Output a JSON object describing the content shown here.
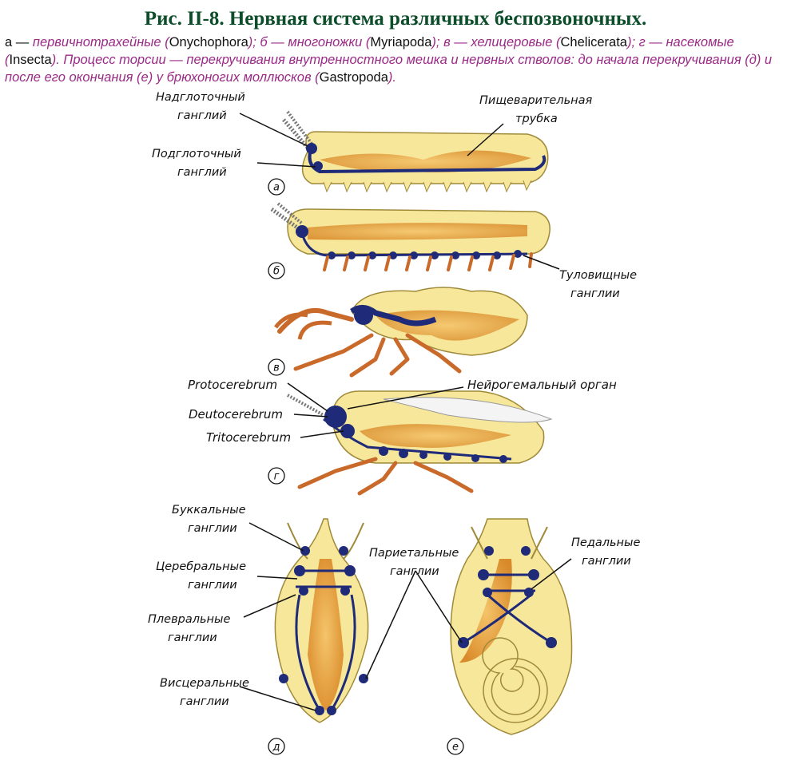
{
  "title": "Рис. II-8. Нервная система различных беспозвоночных.",
  "caption": [
    {
      "t": "а — ",
      "c": "n"
    },
    {
      "t": "первичнотрахейные (",
      "c": "i"
    },
    {
      "t": "Onychophora",
      "c": "n"
    },
    {
      "t": "); б — многоножки (",
      "c": "i"
    },
    {
      "t": "Myriapoda",
      "c": "n"
    },
    {
      "t": "); в — хелицеровые (",
      "c": "i"
    },
    {
      "t": "Chelicerata",
      "c": "n"
    },
    {
      "t": "); г — насекомые (",
      "c": "i"
    },
    {
      "t": "Insecta",
      "c": "n"
    },
    {
      "t": "). Процесс торсии — перекручивания внутренностного мешка и нервных стволов: до начала перекручивания (д) и после его окончания (е) у брюхоногих моллюсков (",
      "c": "i"
    },
    {
      "t": "Gastropoda",
      "c": "n"
    },
    {
      "t": ").",
      "c": "i"
    }
  ],
  "labels": {
    "supraesophageal_1": "Надглоточный",
    "supraesophageal_2": "ганглий",
    "subesophageal_1": "Подглоточный",
    "subesophageal_2": "ганглий",
    "digestive_1": "Пищеварительная",
    "digestive_2": "трубка",
    "trunk_1": "Туловищные",
    "trunk_2": "ганглии",
    "protocerebrum": "Protocerebrum",
    "deutocerebrum": "Deutocerebrum",
    "tritocerebrum": "Tritocerebrum",
    "neurohemal": "Нейрогемальный орган",
    "buccal_1": "Буккальные",
    "buccal_2": "ганглии",
    "cerebral_1": "Церебральные",
    "cerebral_2": "ганглии",
    "pleural_1": "Плевральные",
    "pleural_2": "ганглии",
    "visceral_1": "Висцеральные",
    "visceral_2": "ганглии",
    "parietal_1": "Париетальные",
    "parietal_2": "ганглии",
    "pedal_1": "Педальные",
    "pedal_2": "ганглии"
  },
  "badges": {
    "a": "а",
    "b": "б",
    "v": "в",
    "g": "г",
    "d": "д",
    "e": "е"
  },
  "colors": {
    "body": "#f6e79a",
    "body_edge": "#a08a3a",
    "gut": "#e8a84a",
    "nerve": "#1f2a78",
    "leg": "#c96a2a",
    "title": "#0d4e2a",
    "caption": "#9a2a86"
  }
}
